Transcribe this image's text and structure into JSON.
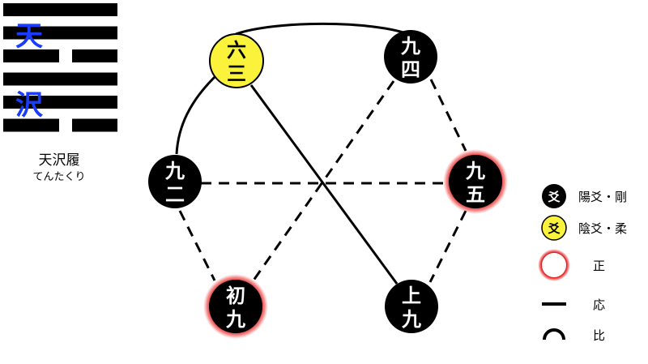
{
  "hexagram": {
    "upper_char": "天",
    "lower_char": "沢",
    "name": "天沢履",
    "reading": "てんたくり",
    "lines_top_to_bottom": [
      "yang",
      "yang",
      "yin",
      "yang",
      "yang",
      "yin"
    ]
  },
  "nodes": [
    {
      "id": "rokusan",
      "line1": "六",
      "line2": "三",
      "type": "yin",
      "correct": false
    },
    {
      "id": "kyushi",
      "line1": "九",
      "line2": "四",
      "type": "yang",
      "correct": false
    },
    {
      "id": "kyuji",
      "line1": "九",
      "line2": "二",
      "type": "yang",
      "correct": false
    },
    {
      "id": "kyugo",
      "line1": "九",
      "line2": "五",
      "type": "yang",
      "correct": true
    },
    {
      "id": "shokyu",
      "line1": "初",
      "line2": "九",
      "type": "yang",
      "correct": true
    },
    {
      "id": "jokyu",
      "line1": "上",
      "line2": "九",
      "type": "yang",
      "correct": false
    }
  ],
  "legend": {
    "yang_symbol": "爻",
    "yang_label": "陽爻・剛",
    "yin_symbol": "爻",
    "yin_label": "陰爻・柔",
    "correct_label": "正",
    "resonance_label": "応",
    "adjacent_label": "比"
  },
  "colors": {
    "yang_fill": "#000000",
    "yin_fill": "#fbf23c",
    "correct_glow": "#e02020",
    "hexagram_char": "#1a3cff"
  }
}
